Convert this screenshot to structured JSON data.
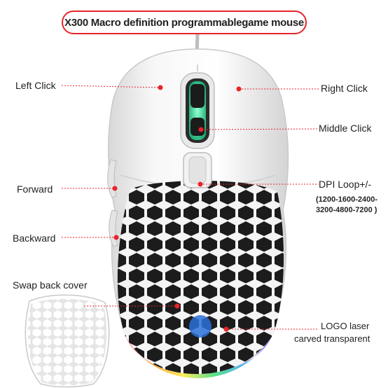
{
  "title": "X300  Macro definition programmablegame mouse",
  "labels": {
    "left_click": "Left Click",
    "right_click": "Right Click",
    "middle_click": "Middle Click",
    "forward": "Forward",
    "dpi": "DPI Loop+/-",
    "dpi_values_1": "(1200-1600-2400-",
    "dpi_values_2": "3200-4800-7200 )",
    "backward": "Backward",
    "swap_cover": "Swap back cover",
    "logo_1": "LOGO laser",
    "logo_2": "carved transparent"
  },
  "colors": {
    "accent": "#e8242a",
    "mouse_body": "#f2f2f2",
    "wheel_glow": "#3fd6a0"
  }
}
